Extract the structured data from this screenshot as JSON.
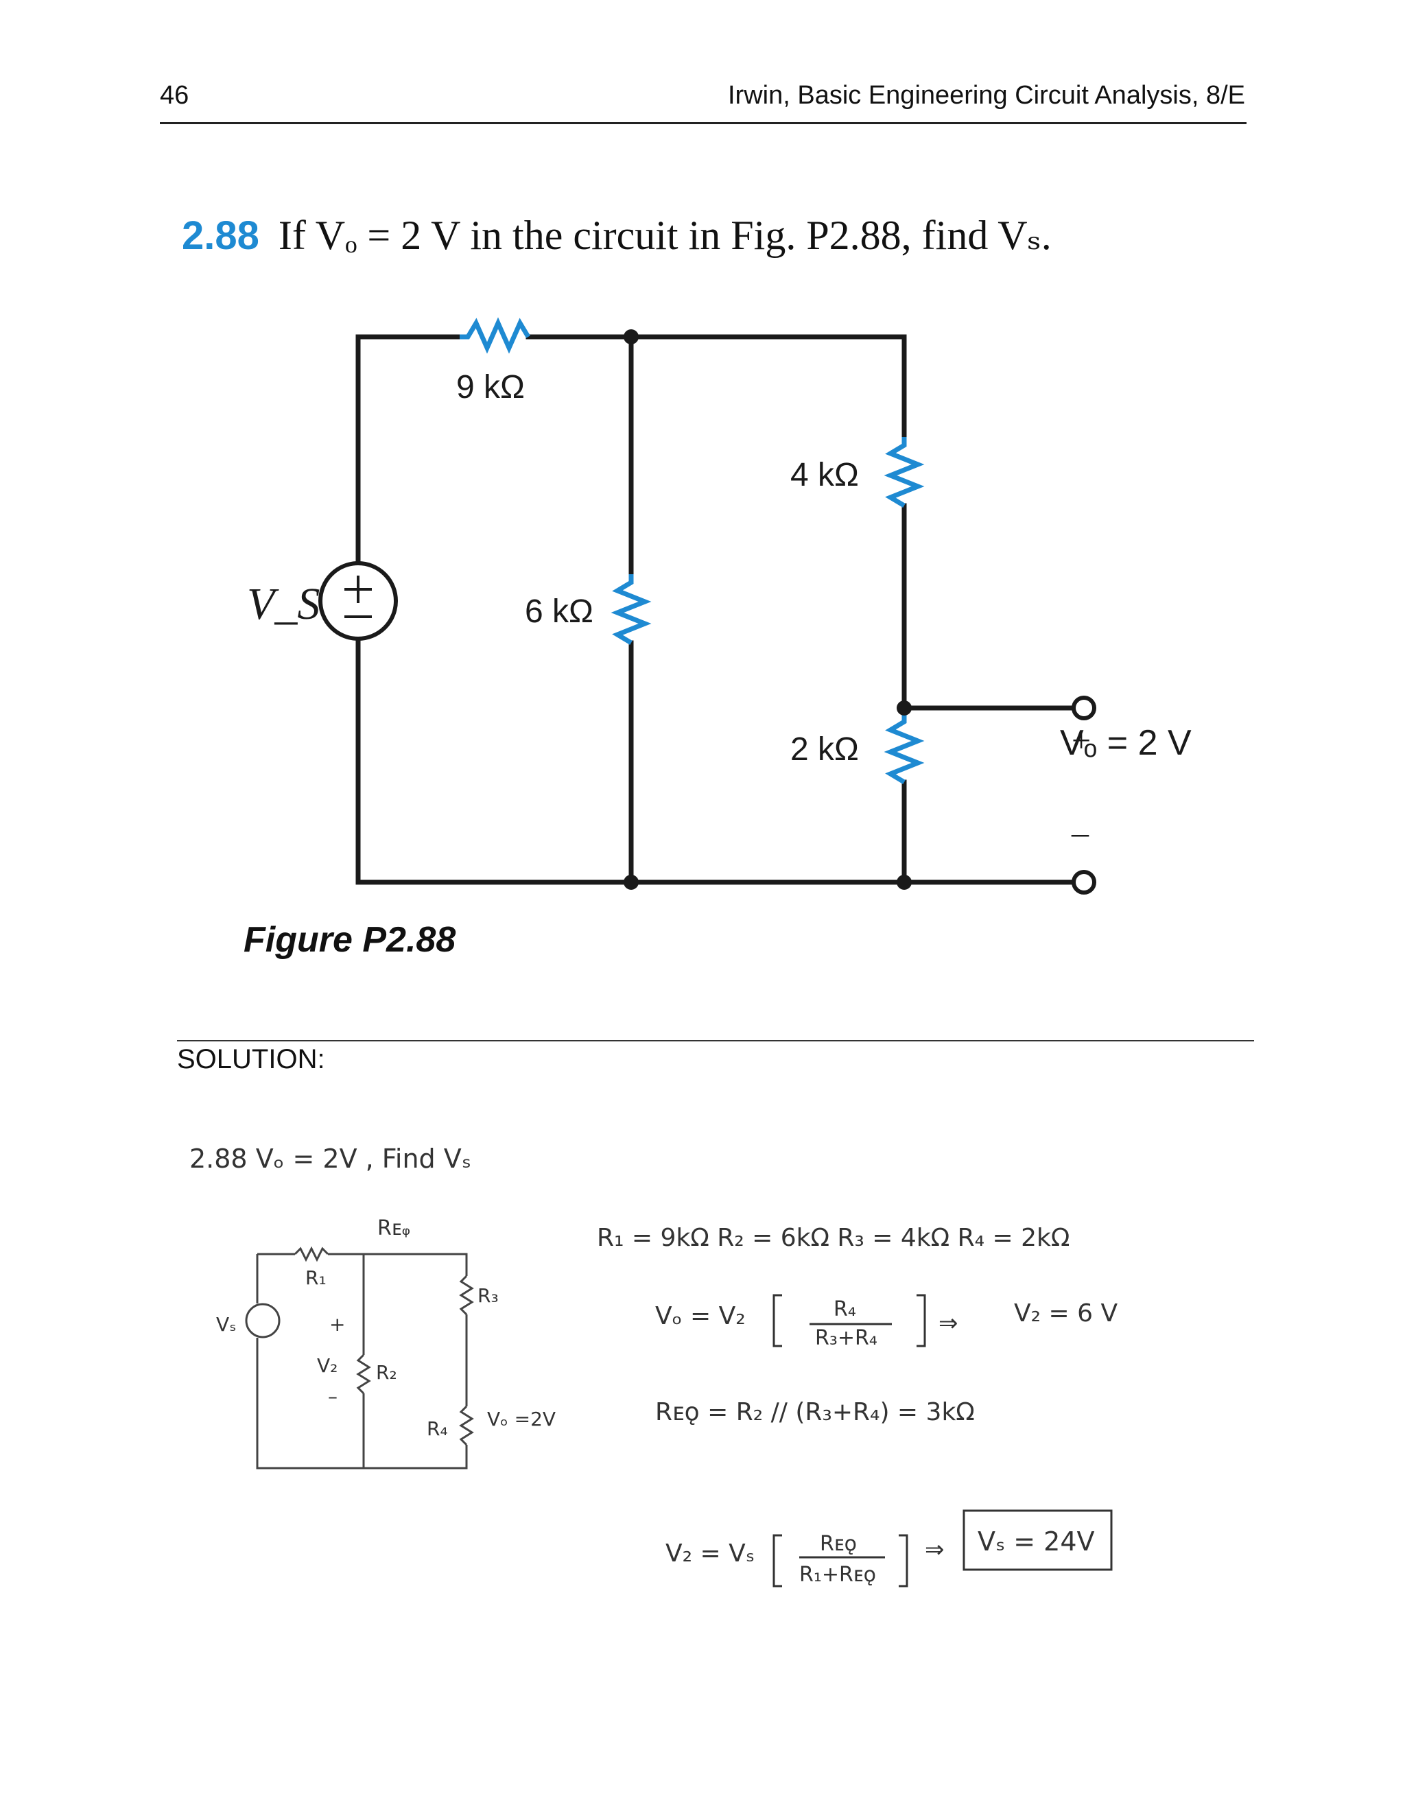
{
  "header": {
    "page_number": "46",
    "book_title": "Irwin, Basic Engineering Circuit Analysis, 8/E"
  },
  "problem": {
    "number": "2.88",
    "text": "If Vₒ = 2 V in the circuit in Fig. P2.88, find Vₛ."
  },
  "figure": {
    "caption": "Figure P2.88",
    "source_label": "V_S",
    "resistors": {
      "r1": "9 kΩ",
      "r2": "6 kΩ",
      "r3": "4 kΩ",
      "r4": "2 kΩ"
    },
    "output_plus": "+",
    "output_minus": "–",
    "output_label": "Vₒ = 2 V"
  },
  "solution": {
    "label": "SOLUTION:",
    "handwritten": {
      "given": "2.88   Vₒ = 2V ,   Find Vₛ",
      "r_eq_tag": "Rᴇᵩ",
      "values": "R₁ = 9kΩ    R₂ = 6kΩ    R₃ = 4kΩ    R₄ = 2kΩ",
      "eq1_lhs": "Vₒ = V₂",
      "eq1_num": "R₄",
      "eq1_den": "R₃+R₄",
      "eq1_result": "V₂ = 6 V",
      "eq2": "Rᴇǫ = R₂ // (R₃+R₄) = 3kΩ",
      "eq3_lhs": "V₂ = Vₛ",
      "eq3_num": "Rᴇǫ",
      "eq3_den": "R₁+Rᴇǫ",
      "answer": "Vₛ = 24V",
      "sketch_labels": {
        "vs": "Vₛ",
        "r1": "R₁",
        "r2": "R₂",
        "r3": "R₃",
        "r4": "R₄",
        "v2": "V₂",
        "vo": "Vₒ =2V",
        "plus": "+",
        "minus": "–"
      }
    }
  },
  "colors": {
    "accent_blue": "#1e8ad2",
    "wire": "#1a1a1a"
  }
}
